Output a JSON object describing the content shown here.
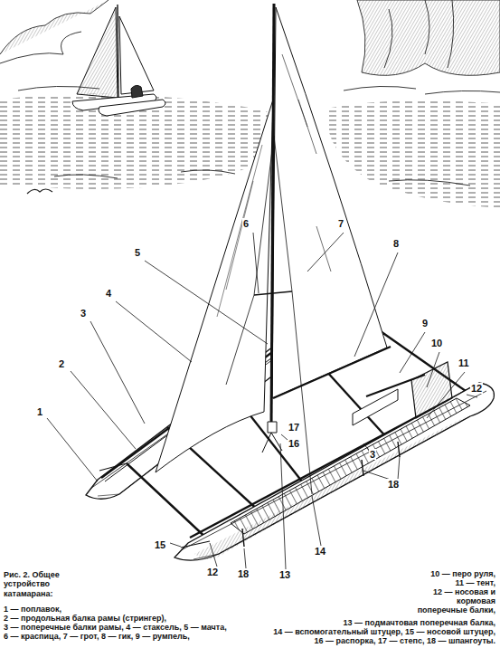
{
  "diagram": {
    "caption": "Рис. 2. Общее устройство катамарана:",
    "labels": [
      "1",
      "2",
      "3",
      "4",
      "5",
      "6",
      "7",
      "8",
      "9",
      "10",
      "11",
      "12",
      "17",
      "16",
      "3",
      "18",
      "15",
      "12",
      "18",
      "13",
      "14",
      "1 — поплавок,",
      "2 — продольная балка рамы (стрингер),",
      "3 — поперечные балки рамы, 4 — стаксель, 5 — мачта,",
      "6 — краспица, 7 — грот, 8 — гик, 9 — румпель,",
      "10 — перо руля,",
      "11 — тент,",
      "12 — носовая и кормовая поперечные балки,",
      "13 — подмачтовая поперечная балка,",
      "14 — вспомогательный штуцер, 15 — носовой штуцер,",
      "16 — распорка, 17 — степс, 18 — шпангоуты."
    ]
  }
}
